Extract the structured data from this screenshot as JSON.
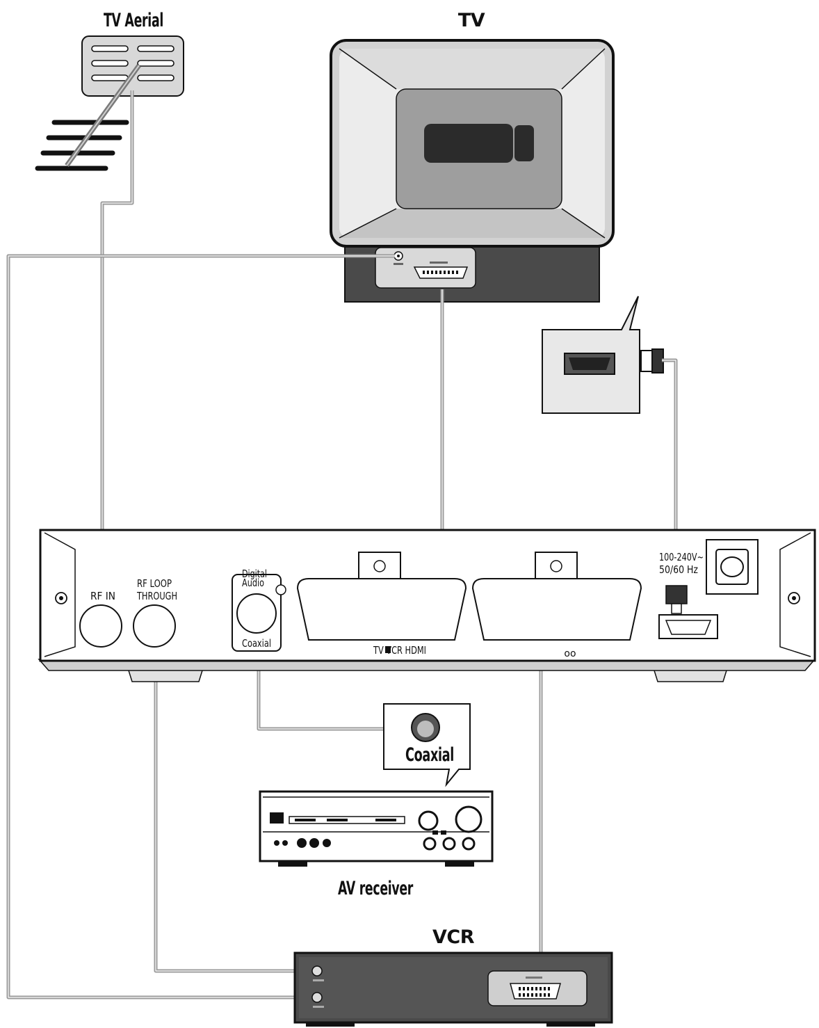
{
  "labels": {
    "tv_aerial": "TV Aerial",
    "tv": "TV",
    "av_receiver": "AV receiver",
    "vcr": "VCR",
    "coaxial_callout": "Coaxial"
  },
  "stb_panel": {
    "rf_in": "RF IN",
    "rf_loop_line1": "RF LOOP",
    "rf_loop_line2": "THROUGH",
    "digital_audio_line1": "Digital",
    "digital_audio_line2": "Audio",
    "coaxial": "Coaxial",
    "scart_tv_label": "TV VCR HDMI",
    "power_line1": "100-240V~",
    "power_line2": "50/60 Hz"
  },
  "colors": {
    "cable": "#9a9a9a",
    "outline": "#111111",
    "tv_grey": "#d2d2d2",
    "screen_grey": "#9e9e9e"
  }
}
